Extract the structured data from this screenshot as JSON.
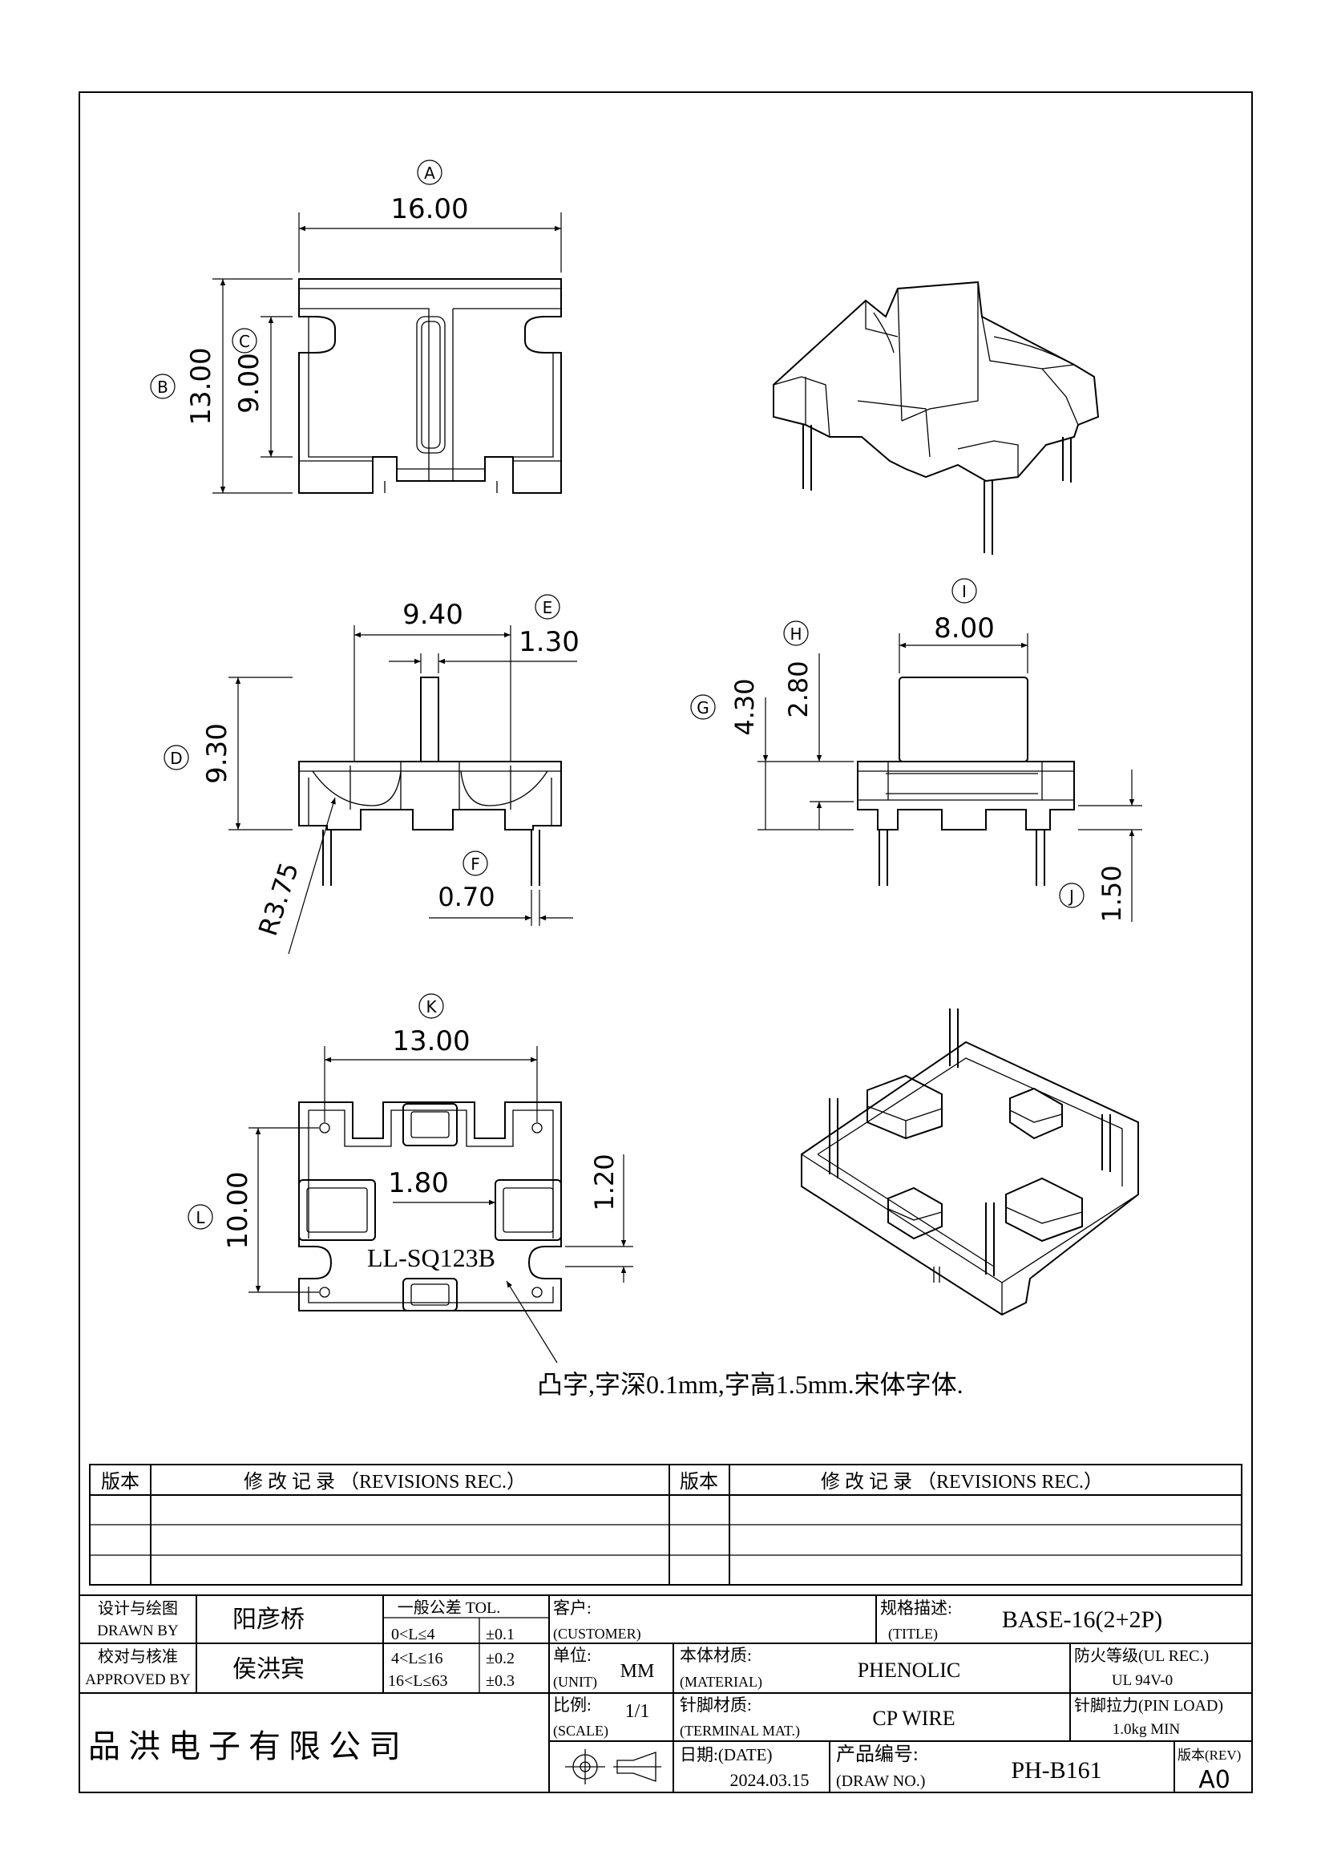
{
  "views": {
    "top": {
      "A": {
        "balloon": "A",
        "value": "16.00"
      },
      "B": {
        "balloon": "B",
        "value": "13.00"
      },
      "C": {
        "balloon": "C",
        "value": "9.00"
      }
    },
    "front": {
      "D": {
        "balloon": "D",
        "value": "9.30"
      },
      "center": {
        "value": "9.40"
      },
      "E": {
        "balloon": "E",
        "value": "1.30"
      },
      "F": {
        "balloon": "F",
        "value": "0.70"
      },
      "radius": {
        "value": "R3.75"
      }
    },
    "side": {
      "G": {
        "balloon": "G",
        "value": "4.30"
      },
      "H": {
        "balloon": "H",
        "value": "2.80"
      },
      "I": {
        "balloon": "I",
        "value": "8.00"
      },
      "J": {
        "balloon": "J",
        "value": "1.50"
      }
    },
    "bottom": {
      "K": {
        "balloon": "K",
        "value": "13.00"
      },
      "L": {
        "balloon": "L",
        "value": "10.00"
      },
      "pitch": {
        "value": "1.80"
      },
      "pad": {
        "value": "1.20"
      },
      "mark": "LL-SQ123B",
      "note": "凸字,字深0.1mm,字高1.5mm.宋体字体."
    }
  },
  "revisions": {
    "left": {
      "col_rev": "版本",
      "col_rec": "修 改 记 录 （REVISIONS REC.）"
    },
    "right": {
      "col_rev": "版本",
      "col_rec": "修 改 记 录 （REVISIONS REC.）"
    }
  },
  "titleblock": {
    "drawn_label_cn": "设计与绘图",
    "drawn_label_en": "DRAWN BY",
    "drawn_name": "阳彦桥",
    "approved_label_cn": "校对与核准",
    "approved_label_en": "APPROVED BY",
    "approved_name": "侯洪宾",
    "tol_title": "一般公差 TOL.",
    "tol_rows": [
      {
        "range": "0<L≤4",
        "value": "±0.1"
      },
      {
        "range": "4<L≤16",
        "value": "±0.2"
      },
      {
        "range": "16<L≤63",
        "value": "±0.3"
      }
    ],
    "company": "品 洪 电 子 有 限 公 司",
    "customer_cn": "客户:",
    "customer_en": "(CUSTOMER)",
    "unit_cn": "单位:",
    "unit_en": "(UNIT)",
    "unit_value": "MM",
    "scale_cn": "比例:",
    "scale_en": "(SCALE)",
    "scale_value": "1/1",
    "title_cn": "规格描述:",
    "title_en": "(TITLE)",
    "title_value": "BASE-16(2+2P)",
    "material_cn": "本体材质:",
    "material_en": "(MATERIAL)",
    "material_value": "PHENOLIC",
    "ul_label": "防火等级(UL REC.)",
    "ul_value": "UL 94V-0",
    "terminal_cn": "针脚材质:",
    "terminal_en": "(TERMINAL MAT.)",
    "terminal_value": "CP WIRE",
    "pinload_label": "针脚拉力(PIN LOAD)",
    "pinload_value": "1.0kg MIN",
    "date_cn": "日期:(DATE)",
    "date_value": "2024.03.15",
    "drawno_cn": "产品编号:",
    "drawno_en": "(DRAW NO.)",
    "drawno_value": "PH-B161",
    "rev_label": "版本(REV)",
    "rev_value": "A0"
  }
}
